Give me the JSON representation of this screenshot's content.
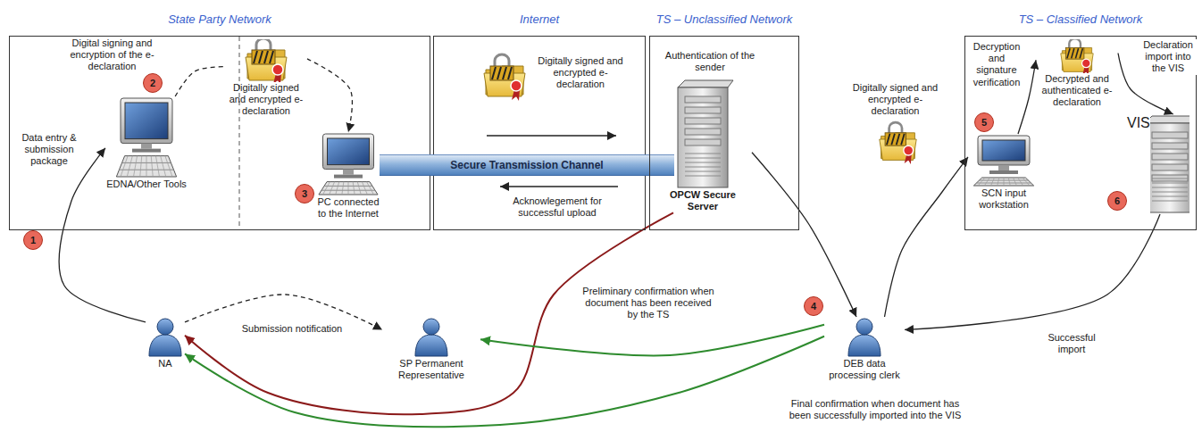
{
  "diagram": {
    "nodes": [
      {
        "text": [
          "State Party Network"
        ]
      },
      {
        "text": [
          "EDNA/Other Tools"
        ],
        "in": 0
      },
      {
        "text": [
          "Digitally signed and encrypted e-declaration"
        ],
        "in": 0
      },
      {
        "text": [
          "PC connected to the Internet"
        ],
        "in": 0
      },
      {
        "text": [
          "Internet"
        ]
      },
      {
        "text": [
          "Secure Transmission Channel"
        ]
      },
      {
        "text": [
          "TS – Unclassified Network"
        ]
      },
      {
        "text": [
          "OPCW Secure Server"
        ],
        "in": 6
      },
      {
        "text": [
          "TS – Classified Network"
        ]
      },
      {
        "text": [
          "SCN input workstation"
        ],
        "in": 8
      },
      {
        "text": [
          "Decrypted and authenticated e-declaration"
        ],
        "in": 8
      },
      {
        "text": [
          "VIS"
        ],
        "in": 8
      },
      {
        "text": [
          "NA"
        ]
      },
      {
        "text": [
          "SP Permanent Representative"
        ]
      },
      {
        "text": [
          "DEB data processing clerk"
        ]
      }
    ],
    "edges": [
      {
        "from": 12,
        "to": 1,
        "arrow": "to",
        "label": "Data entry & submission package"
      },
      {
        "from": 12,
        "to": 13,
        "arrow": "to",
        "label": "Submission notification"
      },
      {
        "from": 1,
        "to": 2,
        "arrow": "none"
      },
      {
        "from": 2,
        "to": 3,
        "arrow": "to"
      },
      {
        "from": 7,
        "to": 12,
        "arrow": "to",
        "label": "Preliminary confirmation when document has been received by the TS"
      },
      {
        "from": 14,
        "to": 12,
        "arrow": "to",
        "label": "Final confirmation when document has been successfully imported into the VIS"
      },
      {
        "from": 14,
        "to": 13,
        "arrow": "to"
      },
      {
        "from": 7,
        "to": 14,
        "arrow": "to"
      },
      {
        "from": 14,
        "to": 9,
        "arrow": "to"
      },
      {
        "from": 9,
        "to": 10,
        "arrow": "to"
      },
      {
        "from": 10,
        "to": 11,
        "arrow": "to"
      },
      {
        "from": 11,
        "to": 14,
        "arrow": "to",
        "label": "Successful import"
      }
    ],
    "labels": [
      "Digital signing and encryption of the e-declaration",
      "Digitally signed and encrypted e-declaration",
      "Acknowlegement for successful upload",
      "Authentication of the sender",
      "Digitally signed and encrypted e-declaration",
      "Decryption and signature verification",
      "Declaration import into the VIS",
      "1",
      "2",
      "3",
      "4",
      "5",
      "6"
    ]
  }
}
